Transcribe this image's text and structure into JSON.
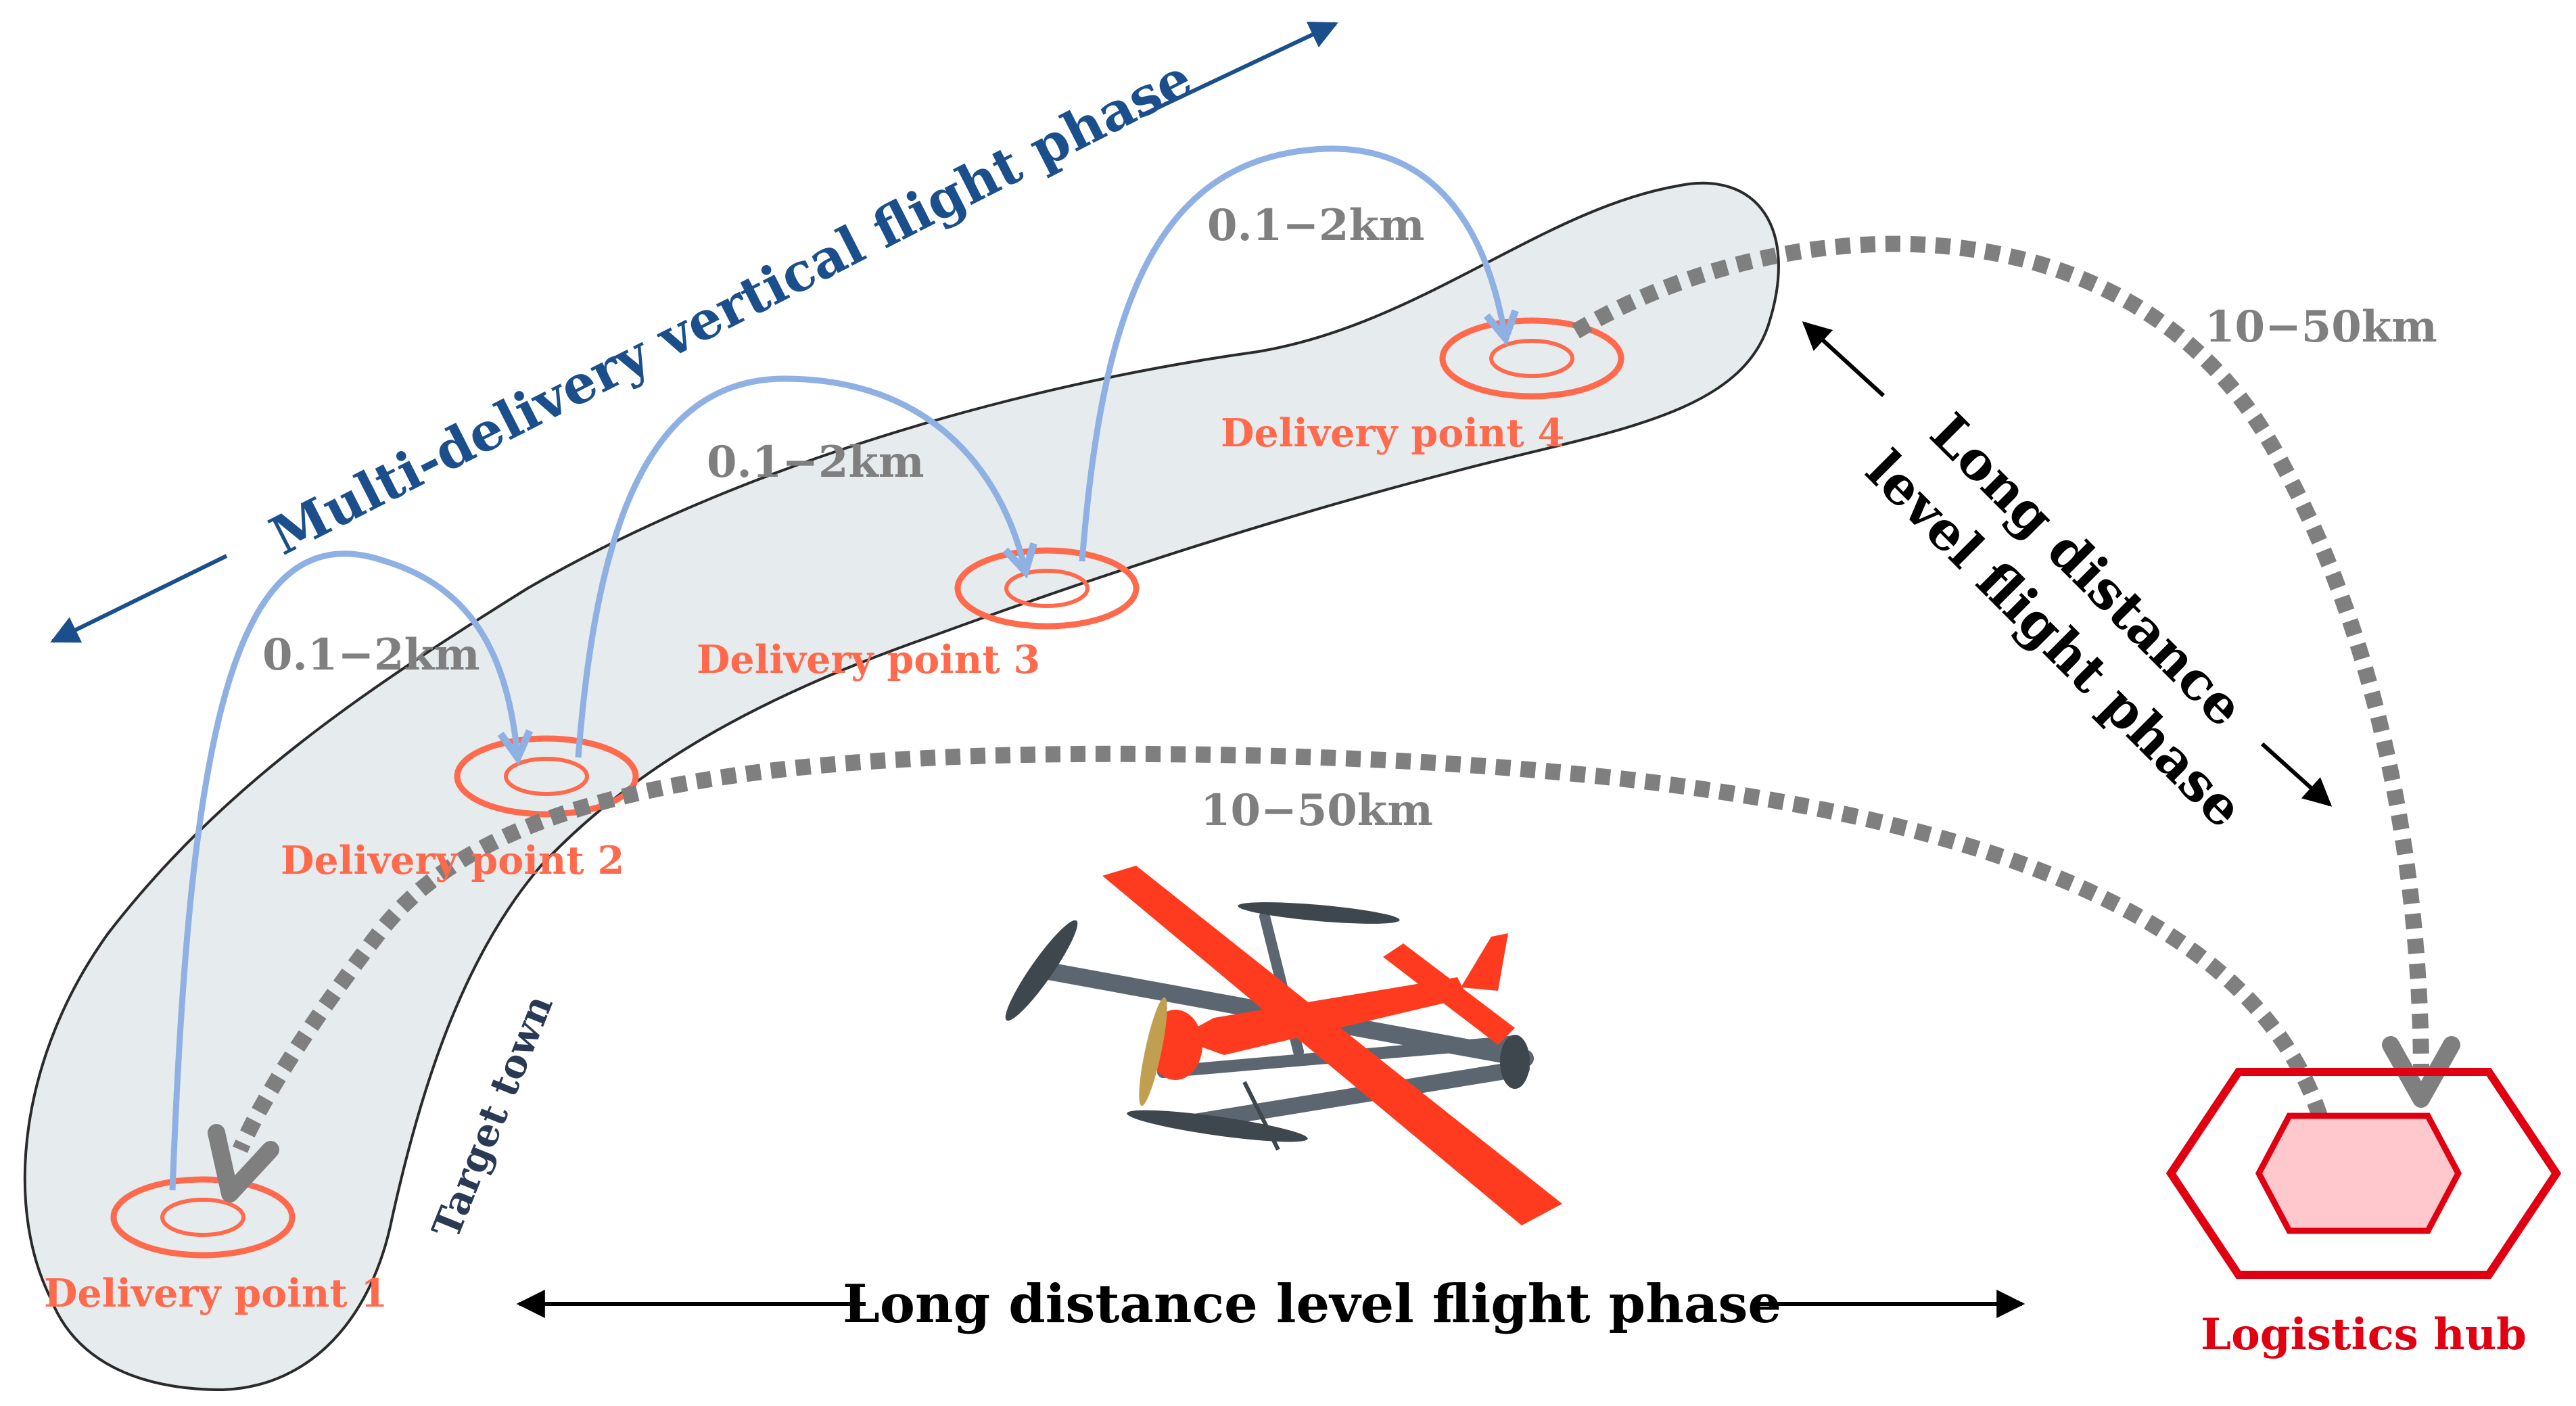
{
  "colors": {
    "town_fill": "#e6ebee",
    "town_stroke": "#2a2a2a",
    "target_ring": "#ff6a4d",
    "hop_arrow": "#8fb0e3",
    "dotted_route": "#7f7f7f",
    "distance_text": "#7f7f7f",
    "vertical_phase": "#1a4f8c",
    "hub_red": "#e00012",
    "hub_fill": "#ffc8cc",
    "drone_red": "#ff3b1f",
    "drone_gray": "#5c6670",
    "black": "#000000"
  },
  "delivery_points": [
    {
      "label": "Delivery point 1"
    },
    {
      "label": "Delivery point 2"
    },
    {
      "label": "Delivery point 3"
    },
    {
      "label": "Delivery point 4"
    }
  ],
  "hop_distances": [
    "0.1−2km",
    "0.1−2km",
    "0.1−2km"
  ],
  "long_distances": [
    "10−50km",
    "10−50km"
  ],
  "phases": {
    "vertical": "Multi-delivery vertical flight phase",
    "level_bottom": "Long distance level flight phase",
    "level_right_line1": "Long distance",
    "level_right_line2": "level flight phase"
  },
  "town_label": "Target town",
  "hub_label": "Logistics hub",
  "icons": [
    "vtol-drone-icon",
    "hexagon-hub-icon",
    "delivery-target-icon"
  ]
}
